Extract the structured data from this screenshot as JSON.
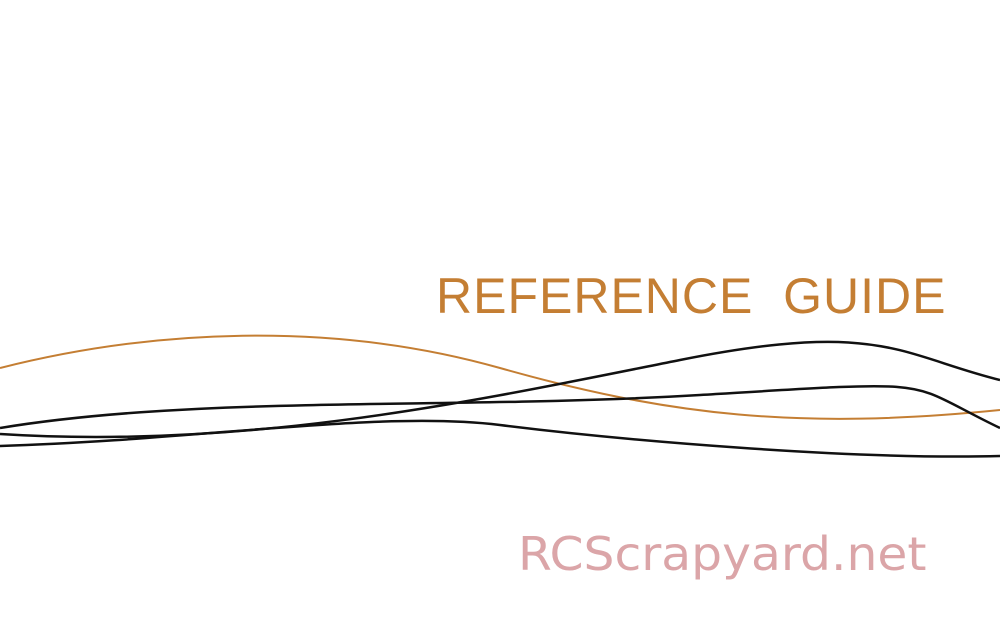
{
  "document": {
    "title": "REFERENCE  GUIDE",
    "watermark": "RCScrapyard.net"
  },
  "colors": {
    "accent": "#c47e33",
    "lines": "#111111",
    "watermark": "#dba5a8",
    "background": "#ffffff"
  },
  "decoration": {
    "wave_colors": [
      "accent",
      "lines",
      "lines",
      "lines"
    ]
  }
}
